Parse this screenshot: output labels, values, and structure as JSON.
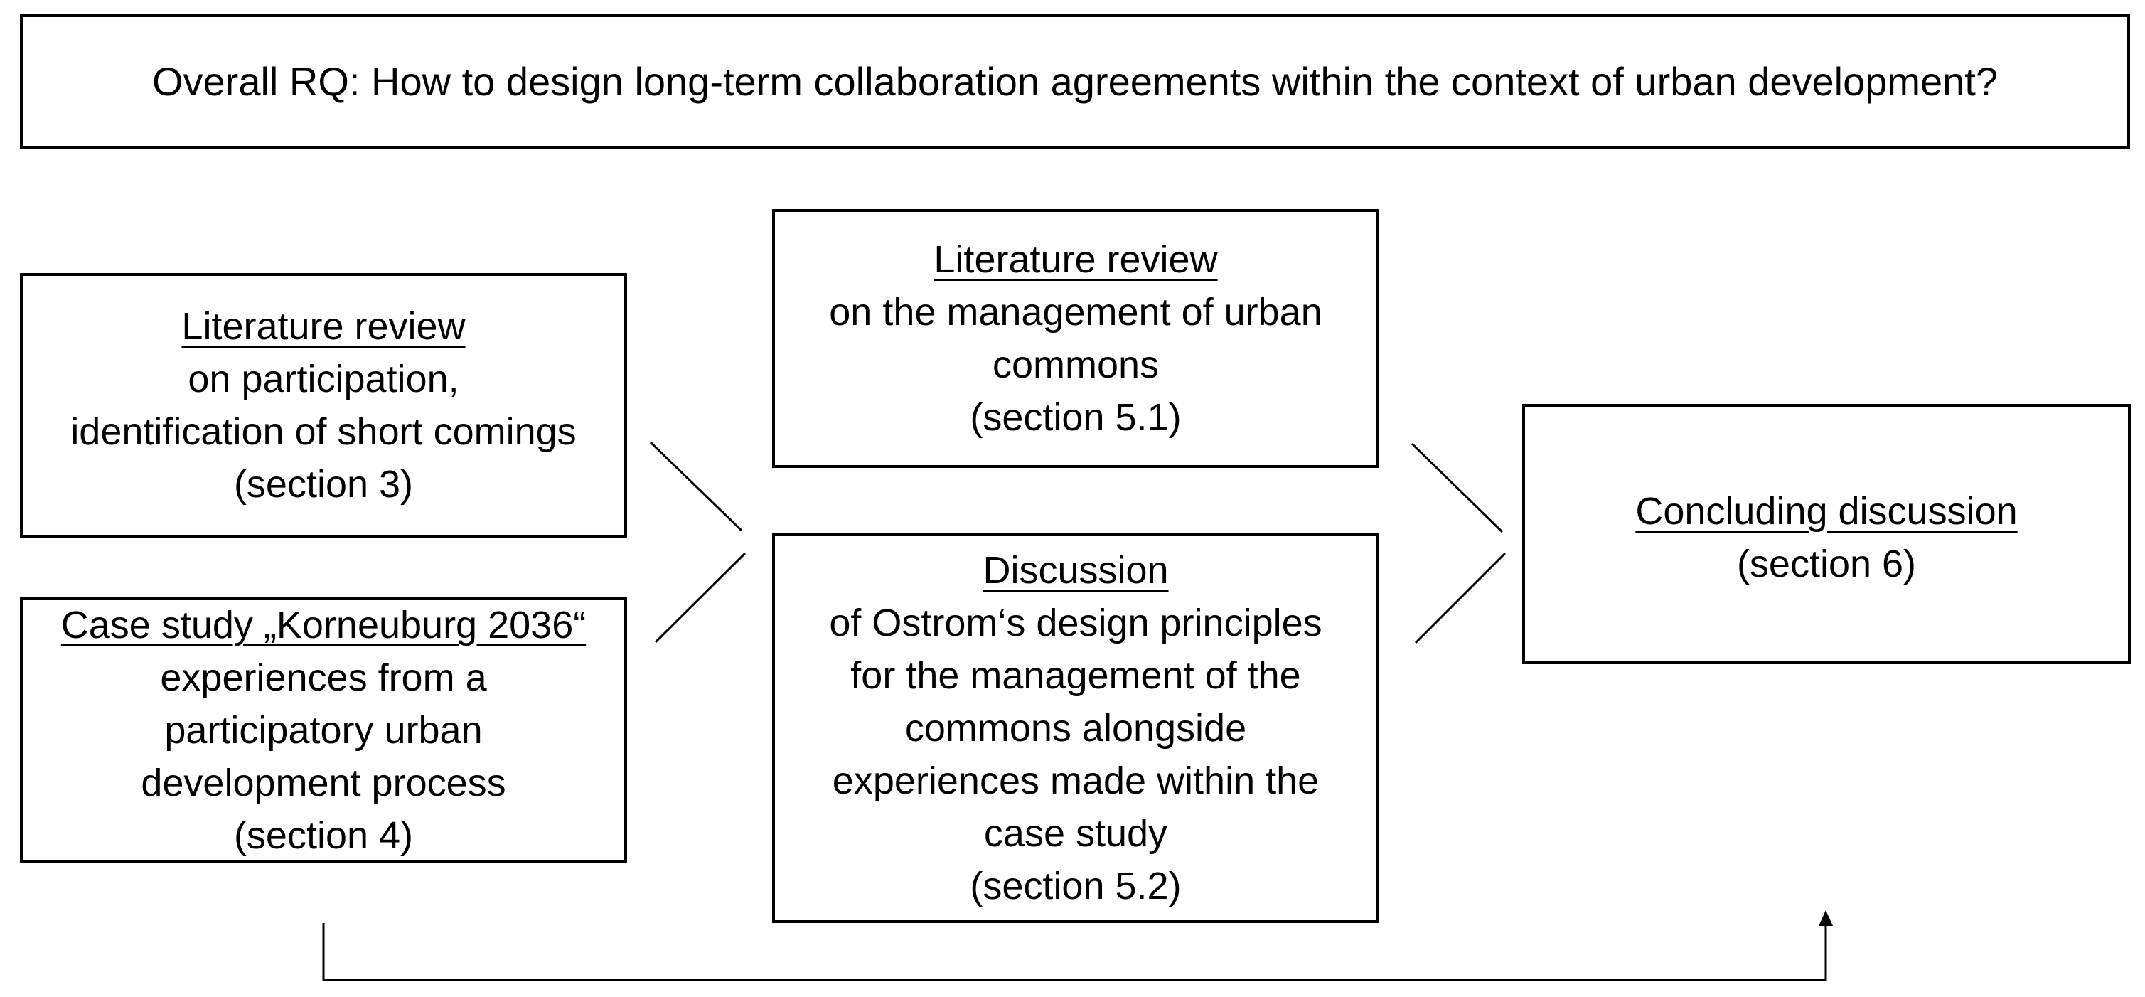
{
  "research_question": {
    "text": "Overall RQ: How to design long-term collaboration agreements within the context of urban development?"
  },
  "boxes": {
    "lit_participation": {
      "title": "Literature review",
      "lines": [
        "on participation,",
        "identification of short comings",
        "(section 3)"
      ]
    },
    "case_study": {
      "title": "Case study „Korneuburg 2036“",
      "lines": [
        "experiences from a",
        "participatory urban",
        "development process",
        "(section 4)"
      ]
    },
    "lit_commons": {
      "title": "Literature review",
      "lines": [
        "on the management of urban",
        "commons",
        "(section 5.1)"
      ]
    },
    "discussion": {
      "title": "Discussion",
      "lines": [
        "of Ostrom‘s design principles",
        "for the management of the",
        "commons alongside",
        "experiences made within the",
        "case study",
        "(section 5.2)"
      ]
    },
    "concluding": {
      "title": "Concluding discussion",
      "lines": [
        "(section 6)"
      ]
    }
  },
  "colors": {
    "stroke": "#000000",
    "background": "#ffffff"
  }
}
